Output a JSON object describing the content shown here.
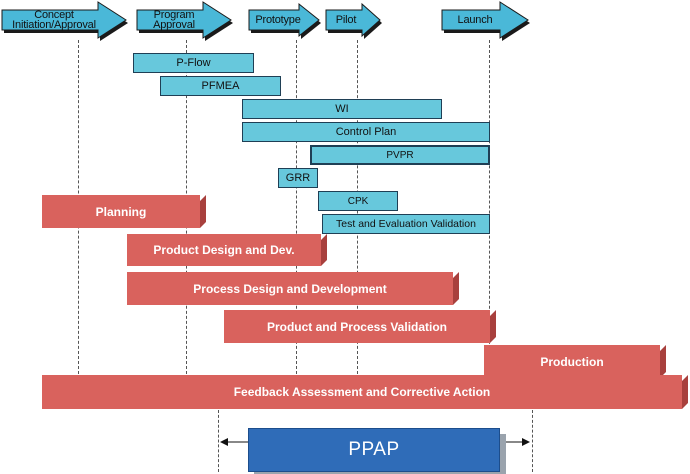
{
  "phases": [
    {
      "id": "concept",
      "label_lines": [
        "Concept",
        "Initiation/Approval"
      ]
    },
    {
      "id": "program",
      "label_lines": [
        "Program",
        "Approval"
      ]
    },
    {
      "id": "prototype",
      "label_lines": [
        "Prototype"
      ]
    },
    {
      "id": "pilot",
      "label_lines": [
        "Pilot"
      ]
    },
    {
      "id": "launch",
      "label_lines": [
        "Launch"
      ]
    }
  ],
  "activities": {
    "pflow": "P-Flow",
    "pfmea": "PFMEA",
    "wi": "WI",
    "control_plan": "Control Plan",
    "pvpr": "PVPR",
    "grr": "GRR",
    "cpk": "CPK",
    "test_eval": "Test and Evaluation Validation"
  },
  "stages": {
    "planning": "Planning",
    "product_design": "Product Design and Dev.",
    "process_design": "Process Design and Development",
    "validation": "Product and Process Validation",
    "production": "Production",
    "feedback": "Feedback Assessment and Corrective Action"
  },
  "ppap": {
    "label": "PPAP"
  },
  "colors": {
    "phase_arrow": "#4ab8d8",
    "activity_bar": "#67c8dc",
    "stage_bar": "#d9625d",
    "ppap": "#2f6cb8"
  }
}
